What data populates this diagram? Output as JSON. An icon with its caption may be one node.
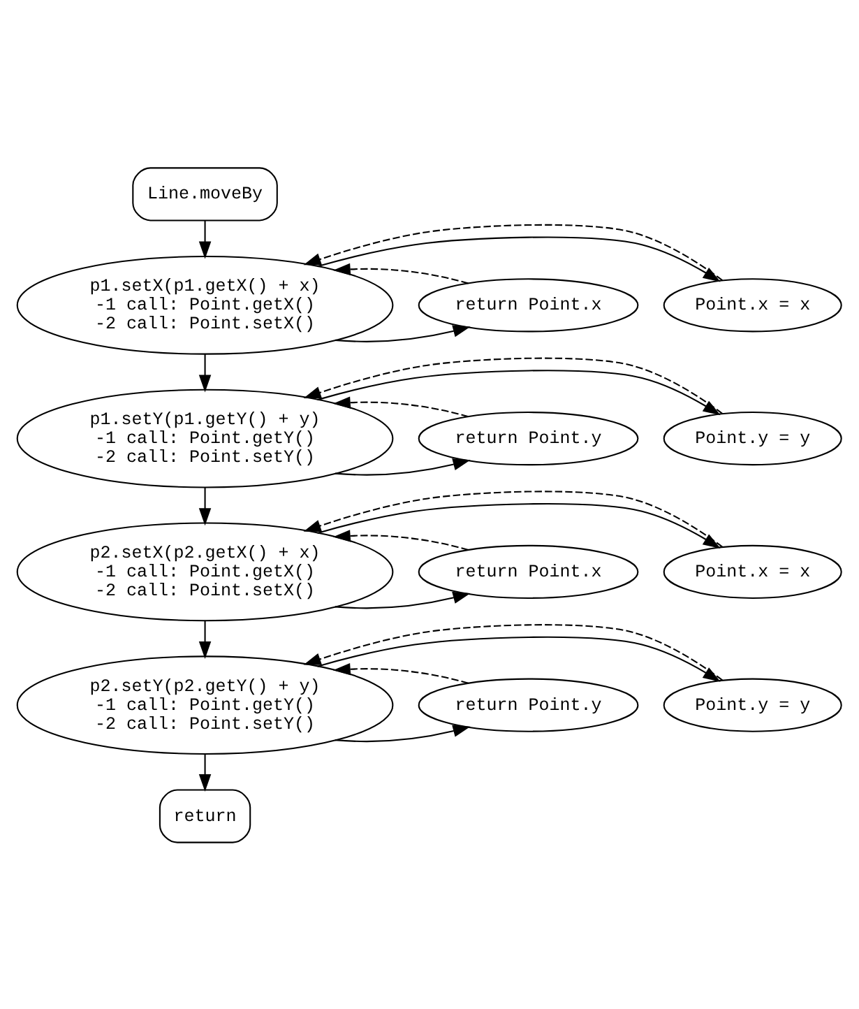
{
  "diagram": {
    "nodes": [
      {
        "text": [
          "Line.moveBy"
        ]
      },
      {
        "text": [
          "p1.setX(p1.getX() + x)",
          "-1 call: Point.getX()",
          "-2 call: Point.setX()"
        ]
      },
      {
        "text": [
          "return Point.x"
        ]
      },
      {
        "text": [
          "Point.x = x"
        ]
      },
      {
        "text": [
          "p1.setY(p1.getY() + y)",
          "-1 call: Point.getY()",
          "-2 call: Point.setY()"
        ]
      },
      {
        "text": [
          "return Point.y"
        ]
      },
      {
        "text": [
          "Point.y = y"
        ]
      },
      {
        "text": [
          "p2.setX(p2.getX() + x)",
          "-1 call: Point.getX()",
          "-2 call: Point.setX()"
        ]
      },
      {
        "text": [
          "return Point.x"
        ]
      },
      {
        "text": [
          "Point.x = x"
        ]
      },
      {
        "text": [
          "p2.setY(p2.getY() + y)",
          "-1 call: Point.getY()",
          "-2 call: Point.setY()"
        ]
      },
      {
        "text": [
          "return Point.y"
        ]
      },
      {
        "text": [
          "Point.y = y"
        ]
      },
      {
        "text": [
          "return"
        ]
      }
    ],
    "edges": [
      {
        "from": 0,
        "to": 1,
        "arrow": "to"
      },
      {
        "from": 1,
        "to": 2,
        "arrow": "to"
      },
      {
        "from": 2,
        "to": 1,
        "arrow": "to",
        "style": "dashed"
      },
      {
        "from": 1,
        "to": 3,
        "arrow": "to"
      },
      {
        "from": 3,
        "to": 1,
        "arrow": "to",
        "style": "dashed"
      },
      {
        "from": 1,
        "to": 4,
        "arrow": "to"
      },
      {
        "from": 4,
        "to": 5,
        "arrow": "to"
      },
      {
        "from": 5,
        "to": 4,
        "arrow": "to",
        "style": "dashed"
      },
      {
        "from": 4,
        "to": 6,
        "arrow": "to"
      },
      {
        "from": 6,
        "to": 4,
        "arrow": "to",
        "style": "dashed"
      },
      {
        "from": 4,
        "to": 7,
        "arrow": "to"
      },
      {
        "from": 7,
        "to": 8,
        "arrow": "to"
      },
      {
        "from": 8,
        "to": 7,
        "arrow": "to",
        "style": "dashed"
      },
      {
        "from": 7,
        "to": 9,
        "arrow": "to"
      },
      {
        "from": 9,
        "to": 7,
        "arrow": "to",
        "style": "dashed"
      },
      {
        "from": 7,
        "to": 10,
        "arrow": "to"
      },
      {
        "from": 10,
        "to": 11,
        "arrow": "to"
      },
      {
        "from": 11,
        "to": 10,
        "arrow": "to",
        "style": "dashed"
      },
      {
        "from": 10,
        "to": 12,
        "arrow": "to"
      },
      {
        "from": 12,
        "to": 10,
        "arrow": "to",
        "style": "dashed"
      },
      {
        "from": 10,
        "to": 13,
        "arrow": "to"
      }
    ]
  }
}
